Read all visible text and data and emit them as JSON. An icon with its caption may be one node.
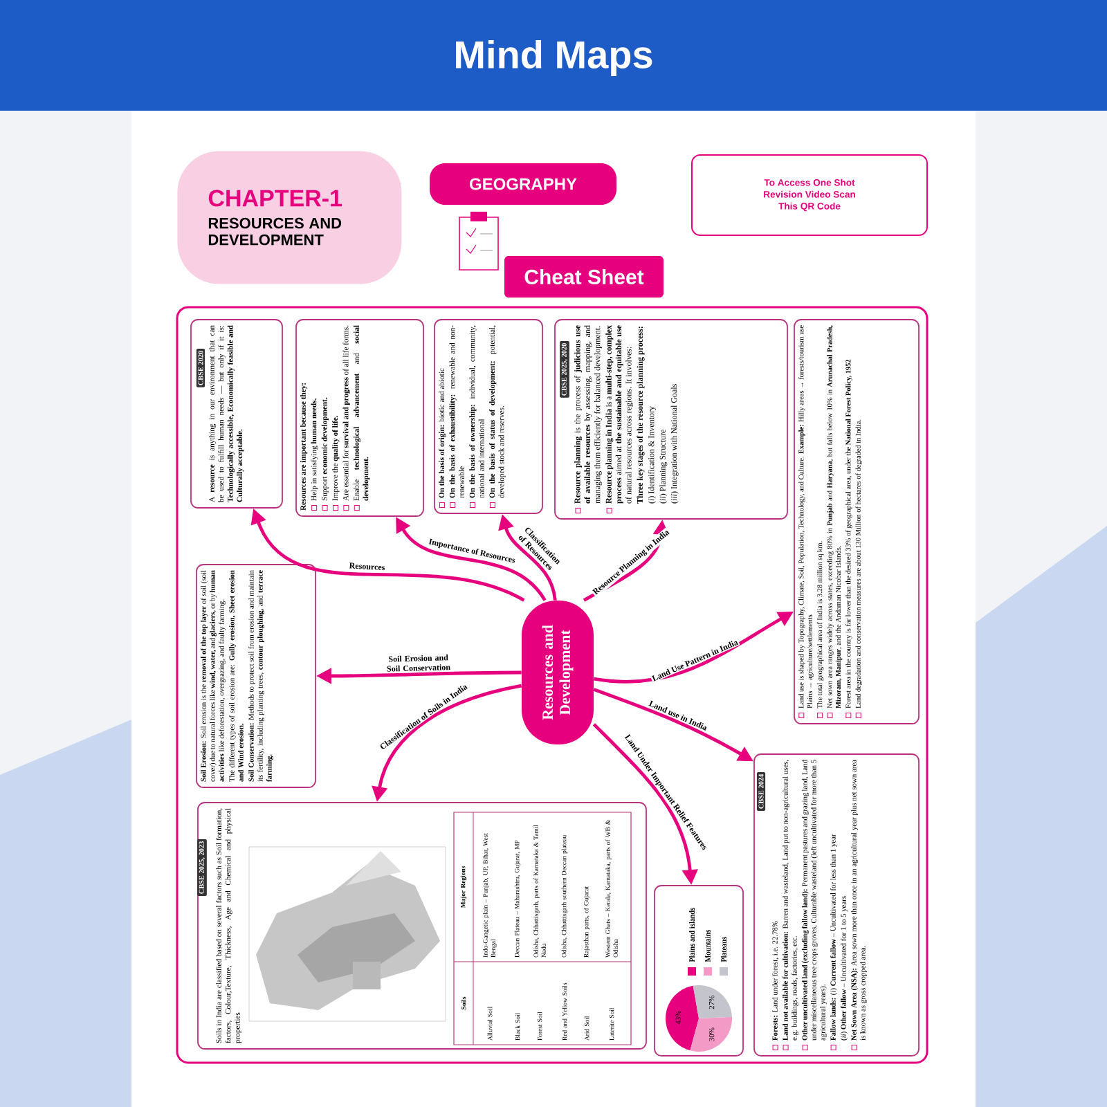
{
  "diagram": {
    "title": "Mind Maps",
    "nodes": [
      {
        "text": [
          "CHAPTER-1",
          "RESOURCES AND DEVELOPMENT"
        ]
      },
      {
        "text": [
          "GEOGRAPHY"
        ]
      },
      {
        "text": [
          "Cheat Sheet"
        ]
      },
      {
        "text": [
          "To Access One Shot Revision Video Scan This QR Code"
        ]
      },
      {
        "text": [
          "CBSE 2020",
          "A **resource** is anything in our environment that can be used to fulfill human needs — but only if it is: **Technologically accessible, Economically feasible and Culturally acceptable.**"
        ]
      },
      {
        "text": [
          "**Resources are important because they:**",
          "Help in satisfying **human needs.**",
          "Support **economic development.**",
          "Improve the **quality of life.**",
          "Are essential for **survival and progress** of all life forms.",
          "Enable **technological advancement** and **social development.**"
        ]
      },
      {
        "text": [
          "**On the basis of origin:** biotic and abiotic",
          "**On the basis of exhaustibility:** renewable and non-renewable",
          "**On the basis of ownership:** individual, community, national and international",
          "**On the basis of status of development:** potential, developed stock and reserves."
        ]
      },
      {
        "text": [
          "CBSE 2025, 2020",
          "**Resource planning** is the process of **judicious use of available resources** by assessing, mapping, and managing them efficiently for balanced development.",
          "**Resource planning in India** is a **multi-step, complex process** aimed at **the sustainable and equitable use** of natural resources across regions. It involves:",
          "**Three key stages of the resource planning process:**",
          "(*i*) Identification & Inventory",
          "(*ii*) Planning Structure",
          "(*iii*) Integration with National Goals"
        ]
      },
      {
        "text": [
          "Land use is shaped by Topography, Climate, Soil, Population, Technology, and Culture. **Example:** Hilly areas → forests/tourism use Plains → agriculture/settlements",
          "The total geographical area of India is 3.28 million sq km.",
          "Net sown area ranges widely across states, exceeding 80% in **Punjab** and **Haryana**, but falls below 10% in **Arunachal Pradesh, Mizoram, Manipur**, and the Andaman Nicobar Islands.",
          "Forest area in the country is far lower than the desired 33% of geographical area, under the **National Forest Policy, 1952**",
          "Land degradation and conservation measures are about 130 Million of hectares of degraded in India."
        ]
      },
      {
        "text": [
          "**Soil Erosion:** Soil erosion is the **removal of the top layer** of soil (soil cover) due to natural forces like **wind, water,** and **glaciers**, or by **human activities** like deforestation, overgrazing, and faulty farming.",
          "The different types of soil erosion are: **Gully erosion, Sheet erosion and Wind erosion.**",
          "**Soil Conservation:** Methods to protect soil from erosion and maintain its fertility, including planting trees, **contour ploughing,** and **terrace farming.**"
        ]
      },
      {
        "text": [
          "Resources and Development"
        ]
      },
      {
        "text": [
          "CBSE 2025, 2023",
          "Soils in India are classified based on several factors such as Soil formation, factors, Colour,Texture, Thickness, Age and Chemical and physical properties"
        ]
      },
      {
        "text": [],
        "shape": "box"
      },
      {
        "text": [
          "CBSE 2024",
          "**Forests:** Land under forest, i.e. 22.78%",
          "**Land not available for cultivation:** Barren and wasteland, Land put to non-agricultural uses, e.g. buildings, roads, factories, etc.",
          "**Other uncultivated land (excluding fallow land):** Permanent pastures and grazing land, Land under miscellaneous tree crops groves, Culturable wasteland (left uncultivated for more than 5 agricultural years).",
          "**Fallow lands:** (*i*) **Current fallow** – Uncultivated for less than 1 year",
          "(*ii*) **Other fallow** – Uncultivated for 1 to 5 years",
          "**Net Sown Area (NSA):** Area sown more than once in an agricultural year plus net sown area is known as gross cropped area."
        ]
      }
    ],
    "edges": [
      {
        "from": 10,
        "to": 4,
        "arrow": "to",
        "label": "Resources"
      },
      {
        "from": 10,
        "to": 5,
        "arrow": "to",
        "label": "Importance of Resources"
      },
      {
        "from": 10,
        "to": 6,
        "arrow": "to",
        "label": "Classification of Resources"
      },
      {
        "from": 10,
        "to": 7,
        "arrow": "to",
        "label": "Resource Planning in India"
      },
      {
        "from": 10,
        "to": 8,
        "arrow": "to",
        "label": "Land Use Pattern in India"
      },
      {
        "from": 10,
        "to": 13,
        "arrow": "to",
        "label": "Land use in India"
      },
      {
        "from": 10,
        "to": 12,
        "arrow": "to",
        "label": "Land Under Important Relief Features"
      },
      {
        "from": 10,
        "to": 11,
        "arrow": "to",
        "label": "Classification of Soils in India"
      },
      {
        "from": 10,
        "to": 9,
        "arrow": "to",
        "label": "Soil Erosion and Soil Conservation"
      }
    ],
    "labels": [
      "Soils",
      "Major Regions",
      "Alluvial Soil",
      "Indo-Gangetic plain – Punjab, UP, Bihar, West Bengal",
      "Black Soil",
      "Deccan Plateau – Maharashtra, Gujarat, MP",
      "Forest Soil",
      "Odisha, Chhattisgarh, parts of Karnataka & Tamil Nadu",
      "Red and Yellow Soils",
      "Odisha, Chhattisgarh southern Deccan plateau",
      "Arid Soil",
      "Rajasthan parts, of Gujarat",
      "Laterite Soil",
      "Western Ghats – Kerala, Karnataka, parts of WB & Odisha"
    ],
    "legend": [
      {
        "text": "Plains and islands",
        "color": "#e6007e"
      },
      {
        "text": "Mountains",
        "color": "#f39ac6"
      },
      {
        "text": "Plateaus",
        "color": "#c4c4cc"
      }
    ],
    "chart_data": {
      "type": "pie",
      "values": [
        43,
        30,
        27
      ],
      "value_labels": [
        "43%",
        "30%",
        "27%"
      ]
    }
  }
}
